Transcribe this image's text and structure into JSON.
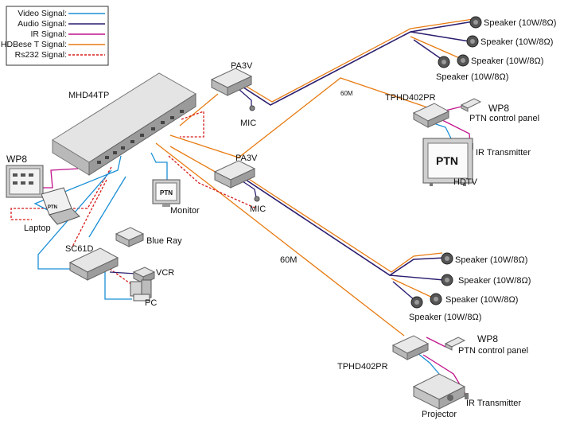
{
  "colors": {
    "video": "#1a8fd6",
    "audio": "#2b1d6e",
    "ir": "#c0148c",
    "hdbaset": "#e87b12",
    "rs232": "#d61a1a",
    "device_body": "#d8d8d8",
    "device_dark": "#8a8a8a"
  },
  "legend": {
    "video": "Video Signal:",
    "audio": "Audio Signal:",
    "ir": "IR  Signal:",
    "hdbaset": "HDBese T  Signal:",
    "rs232": "Rs232  Signal:"
  },
  "devices": {
    "matrix": "MHD44TP",
    "wp8_left": "WP8",
    "laptop": "Laptop",
    "sc61d": "SC61D",
    "bluray": "Blue Ray",
    "vcr": "VCR",
    "pc": "PC",
    "monitor": "Monitor",
    "monitor_screen": "PTN",
    "pa3v_top": "PA3V",
    "pa3v_mid": "PA3V",
    "mic_top": "MIC",
    "mic_mid": "MIC",
    "tphd_top": "TPHD402PR",
    "tphd_bottom": "TPHD402PR",
    "wp8_top": "WP8",
    "wp8_bottom": "WP8",
    "ptn_panel_top": "PTN control panel",
    "ptn_panel_bottom": "PTN control panel",
    "ir_tx_top": "IR Transmitter",
    "ir_tx_bottom": "IR Transmitter",
    "hdtv": "HDTV",
    "hdtv_screen": "PTN",
    "projector": "Projector",
    "laptop_screen": "PTN"
  },
  "cable_lengths": {
    "top": "60M",
    "bottom": "60M"
  },
  "speakers": {
    "top": [
      "Speaker (10W/8Ω)",
      "Speaker (10W/8Ω)",
      "Speaker (10W/8Ω)",
      "Speaker (10W/8Ω)"
    ],
    "bottom": [
      "Speaker (10W/8Ω)",
      "Speaker (10W/8Ω)",
      "Speaker (10W/8Ω)",
      "Speaker (10W/8Ω)"
    ]
  }
}
